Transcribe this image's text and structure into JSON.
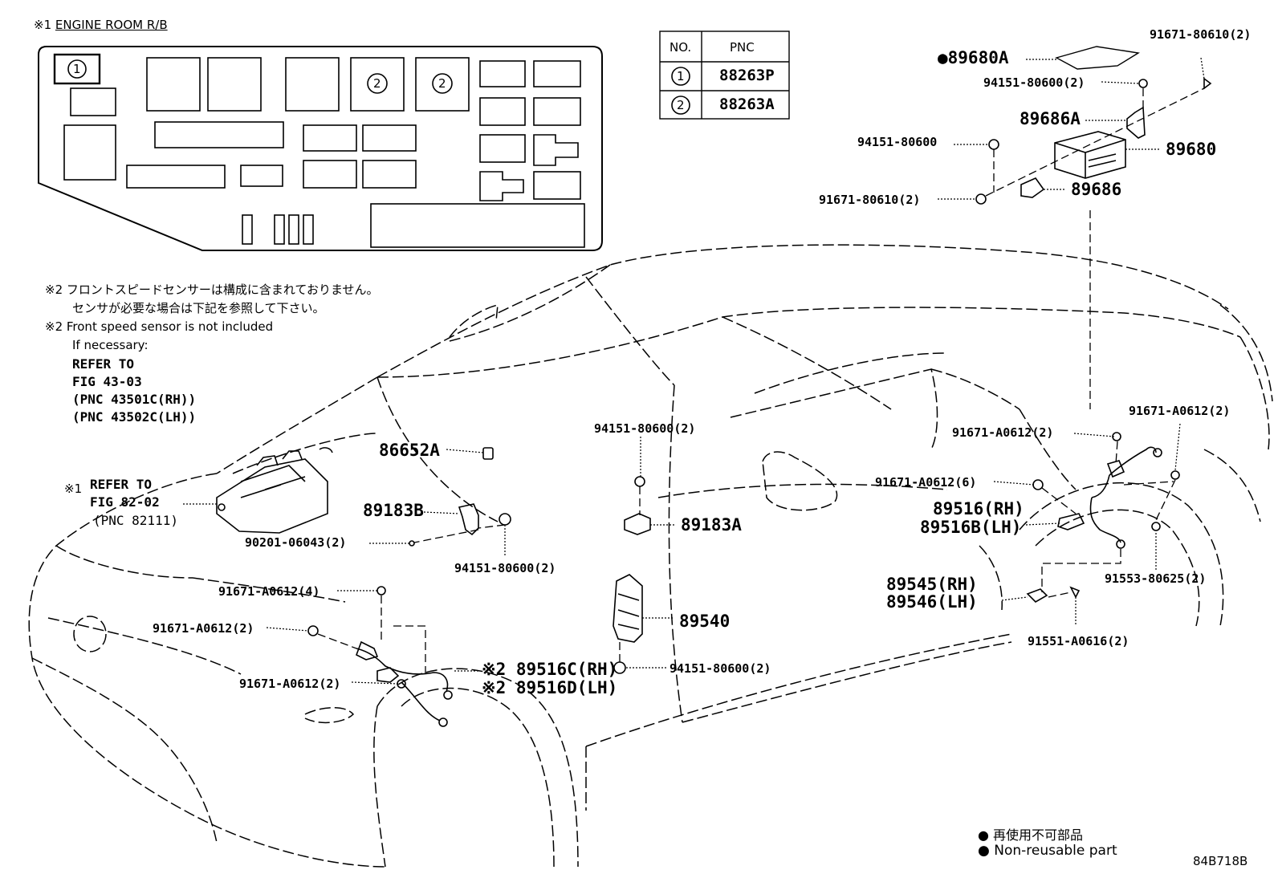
{
  "header": {
    "title_mark": "※1",
    "title": "ENGINE ROOM R/B"
  },
  "fuse_box": {
    "circled_1": "1",
    "circled_2a": "2",
    "circled_2b": "2"
  },
  "pnc_table": {
    "col_no": "NO.",
    "col_pnc": "PNC",
    "rows": [
      {
        "no": "1",
        "pnc": "88263P"
      },
      {
        "no": "2",
        "pnc": "88263A"
      }
    ]
  },
  "notes": {
    "jp_line1": "※2 フロントスピードセンサーは構成に含まれておりません。",
    "jp_line2": "センサが必要な場合は下記を参照して下さい。",
    "en_line1": "※2 Front speed sensor is not included",
    "en_line2": "If necessary:",
    "refer_lines": [
      "REFER TO",
      "FIG 43-03",
      "(PNC 43501C(RH))",
      "(PNC 43502C(LH))"
    ]
  },
  "refer_82": {
    "mark": "※1",
    "lines": [
      "REFER TO",
      "FIG 82-02",
      "(PNC 82111)"
    ]
  },
  "parts": {
    "p89680A": "●89680A",
    "p91671_80610_top": "91671-80610(2)",
    "p94151_80600_2_top": "94151-80600(2)",
    "p89686A": "89686A",
    "p94151_80600": "94151-80600",
    "p89680": "89680",
    "p91671_80610_mid": "91671-80610(2)",
    "p89686": "89686",
    "p91671_A0612_2_r1": "91671-A0612(2)",
    "p91671_A0612_2_r2": "91671-A0612(2)",
    "p94151_80600_2_center": "94151-80600(2)",
    "p86652A": "86652A",
    "p91671_A0612_6": "91671-A0612(6)",
    "p89516RH": "89516(RH)",
    "p89516BLH": "89516B(LH)",
    "p89183B": "89183B",
    "p89183A": "89183A",
    "p90201": "90201-06043(2)",
    "p94151_80600_2_lower": "94151-80600(2)",
    "p91553": "91553-80625(2)",
    "p89545": "89545(RH)",
    "p89546": "89546(LH)",
    "p91671_A0612_4": "91671-A0612(4)",
    "p89540": "89540",
    "p91551": "91551-A0616(2)",
    "p91671_A0612_2_left": "91671-A0612(2)",
    "p89516C": "※2 89516C(RH)",
    "p89516D": "※2 89516D(LH)",
    "p94151_80600_2_bottom": "94151-80600(2)",
    "p91671_A0612_2_left2": "91671-A0612(2)"
  },
  "legend": {
    "jp": "● 再使用不可部品",
    "en": "● Non-reusable part"
  },
  "figure_code": "84B718B"
}
